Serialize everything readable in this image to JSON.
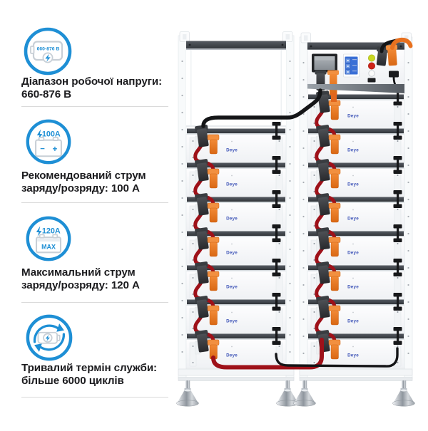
{
  "page": {
    "background": "#ffffff"
  },
  "sidebar": {
    "accent_color": "#1e8fd5",
    "text_color": "#1c1c1f",
    "divider_color": "#dadada",
    "features": [
      {
        "name": "voltage-range",
        "icon_label": "660-876 B",
        "title_lines": [
          "Діапазон робочої напруги:",
          "660-876 В"
        ]
      },
      {
        "name": "recommended-current",
        "icon_label": "100A",
        "minus_label": "−",
        "plus_label": "+",
        "title_lines": [
          "Рекомендований струм",
          "заряду/розряду: 100 А"
        ]
      },
      {
        "name": "max-current",
        "icon_label": "120A",
        "icon_sublabel": "MAX",
        "title_lines": [
          "Максимальний струм",
          "заряду/розряду: 120 А"
        ]
      },
      {
        "name": "cycle-life",
        "title_lines": [
          "Тривалий термін служби:",
          "більше 6000 циклів"
        ]
      }
    ]
  },
  "illustration": {
    "brand_label": "Deye",
    "left_rack_modules": 7,
    "right_rack_modules": 8,
    "colors": {
      "connector_orange": "#ee7c28",
      "connector_orange_cap": "#f29040",
      "cable_red": "#9e1119",
      "cable_black": "#141517",
      "rail_dark": "#3c4046",
      "brand_blue": "#4056b8",
      "breaker_blue": "#3a6fd6",
      "button_yellow": "#c9d822",
      "button_red": "#cf2318",
      "button_white": "#fbfbfb",
      "bracket_black": "#17181a"
    }
  }
}
